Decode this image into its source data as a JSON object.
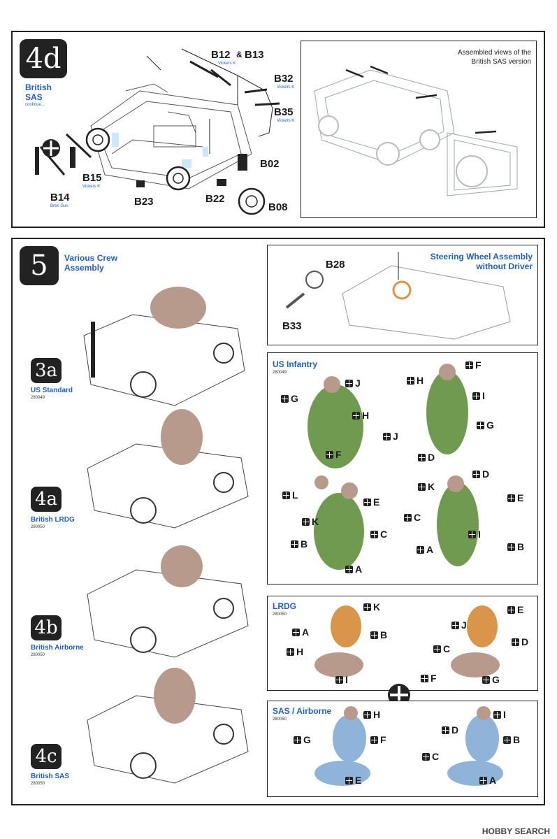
{
  "step4d": {
    "badge": "4d",
    "title_line1": "British",
    "title_line2": "SAS",
    "subtitle": "continue...",
    "labels": {
      "b12": "B12",
      "amp": "&",
      "b13": "B13",
      "b13_note": "Vickers K",
      "b32": "B32",
      "b32_note": "Vickers K",
      "b35": "B35",
      "b35_note": "Vickers K",
      "b02": "B02",
      "b15": "B15",
      "b15_note": "Vickers K",
      "b14": "B14",
      "b14_note": "Bren Gun",
      "b23": "B23",
      "b22": "B22",
      "b08": "B08"
    },
    "assembled_line1": "Assembled views of the",
    "assembled_line2": "British SAS version"
  },
  "step5": {
    "badge": "5",
    "title_line1": "Various Crew",
    "title_line2": "Assembly",
    "variants": [
      {
        "badge": "3a",
        "name": "US Standard",
        "code": "280049"
      },
      {
        "badge": "4a",
        "name": "British LRDG",
        "code": "280050"
      },
      {
        "badge": "4b",
        "name": "British Airborne",
        "code": "280050"
      },
      {
        "badge": "4c",
        "name": "British SAS",
        "code": "280050"
      }
    ],
    "steering": {
      "title_line1": "Steering Wheel Assembly",
      "title_line2": "without Driver",
      "b28": "B28",
      "b33": "B33"
    },
    "us_infantry": {
      "title": "US Infantry",
      "code": "280049",
      "fig1": [
        "J",
        "G",
        "H",
        "F"
      ],
      "fig2": [
        "F",
        "H",
        "I",
        "G",
        "J",
        "D"
      ],
      "fig3": [
        "L",
        "E",
        "K",
        "C",
        "B",
        "A"
      ],
      "fig4": [
        "K",
        "D",
        "E",
        "C",
        "I",
        "A",
        "B"
      ]
    },
    "lrdg": {
      "title": "LRDG",
      "code": "280050",
      "fig1": [
        "K",
        "A",
        "B",
        "H",
        "I"
      ],
      "fig2": [
        "E",
        "J",
        "D",
        "C",
        "F",
        "G"
      ]
    },
    "sas": {
      "title": "SAS / Airborne",
      "code": "280050",
      "fig1": [
        "H",
        "G",
        "F",
        "E"
      ],
      "fig2": [
        "I",
        "D",
        "B",
        "C",
        "A"
      ]
    }
  },
  "watermark": "HOBBY SEARCH",
  "colors": {
    "blue": "#1f5fbf",
    "figure_flesh": "#b89a8c",
    "us_green": "#6f9a4f",
    "lrdg_orange": "#d9954a",
    "sas_blue": "#8fb3d9"
  }
}
